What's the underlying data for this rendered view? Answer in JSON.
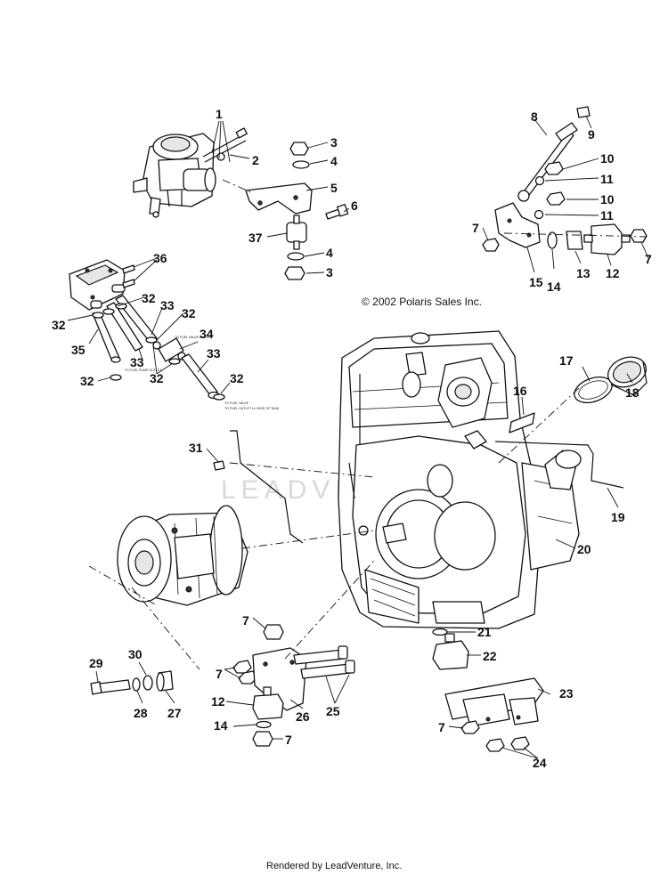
{
  "callouts": [
    {
      "n": "1"
    },
    {
      "n": "2"
    },
    {
      "n": "3"
    },
    {
      "n": "4"
    },
    {
      "n": "5"
    },
    {
      "n": "6"
    },
    {
      "n": "37"
    },
    {
      "n": "4"
    },
    {
      "n": "3"
    },
    {
      "n": "8"
    },
    {
      "n": "9"
    },
    {
      "n": "10"
    },
    {
      "n": "11"
    },
    {
      "n": "10"
    },
    {
      "n": "11"
    },
    {
      "n": "7"
    },
    {
      "n": "15"
    },
    {
      "n": "14"
    },
    {
      "n": "13"
    },
    {
      "n": "12"
    },
    {
      "n": "7"
    },
    {
      "n": "36"
    },
    {
      "n": "32"
    },
    {
      "n": "33"
    },
    {
      "n": "32"
    },
    {
      "n": "32"
    },
    {
      "n": "35"
    },
    {
      "n": "33"
    },
    {
      "n": "34"
    },
    {
      "n": "33"
    },
    {
      "n": "32"
    },
    {
      "n": "32"
    },
    {
      "n": "32"
    },
    {
      "n": "17"
    },
    {
      "n": "18"
    },
    {
      "n": "16"
    },
    {
      "n": "31"
    },
    {
      "n": "19"
    },
    {
      "n": "20"
    },
    {
      "n": "21"
    },
    {
      "n": "22"
    },
    {
      "n": "7"
    },
    {
      "n": "7"
    },
    {
      "n": "12"
    },
    {
      "n": "14"
    },
    {
      "n": "7"
    },
    {
      "n": "26"
    },
    {
      "n": "25"
    },
    {
      "n": "29"
    },
    {
      "n": "30"
    },
    {
      "n": "28"
    },
    {
      "n": "27"
    },
    {
      "n": "23"
    },
    {
      "n": "7"
    },
    {
      "n": "24"
    }
  ],
  "notes": [
    "TO FUEL VALVE OUTLET",
    "TO FUEL PUMP OUTLET",
    "TO FUEL VALVE",
    "TO FUEL OUTLET LH SIDE OF TANK"
  ],
  "copyright": "© 2002 Polaris Sales Inc.",
  "footer": "Rendered by LeadVenture, Inc.",
  "watermark": "LEADVENTURE"
}
